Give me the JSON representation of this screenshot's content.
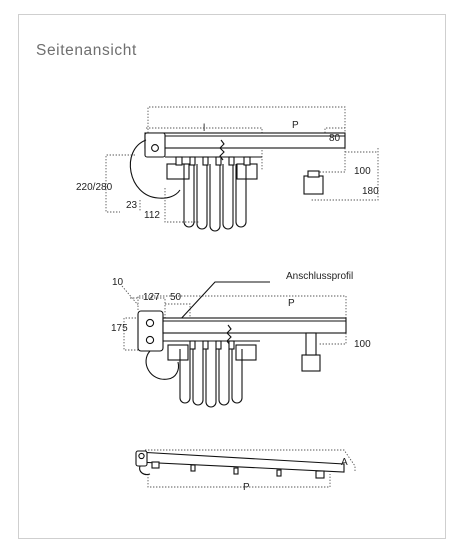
{
  "title": "Seitenansicht",
  "view1": {
    "label_l": "l",
    "label_p": "P",
    "dim_80": "80",
    "dim_100": "100",
    "dim_180": "180",
    "dim_220_280": "220/280",
    "dim_23": "23",
    "dim_112": "112"
  },
  "view2": {
    "dim_10": "10",
    "dim_127": "127",
    "dim_50": "50",
    "dim_175": "175",
    "label_p": "P",
    "dim_100": "100",
    "callout": "Anschlussprofil"
  },
  "view3": {
    "label_a": "A",
    "label_p": "P"
  }
}
